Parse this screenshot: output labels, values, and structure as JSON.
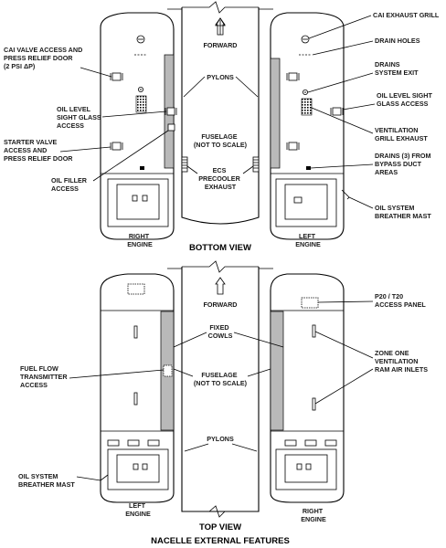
{
  "title": "NACELLE EXTERNAL FEATURES",
  "bottom_view": {
    "caption": "BOTTOM VIEW",
    "right_engine": [
      "RIGHT",
      "ENGINE"
    ],
    "left_engine": [
      "LEFT",
      "ENGINE"
    ],
    "fuselage": [
      "FUSELAGE",
      "(NOT TO SCALE)"
    ],
    "forward": "FORWARD",
    "pylons": "PYLONS",
    "ecs": [
      "ECS",
      "PRECOOLER",
      "EXHAUST"
    ],
    "callouts_left": {
      "cai_valve": [
        "CAI VALVE ACCESS AND",
        "PRESS RELIEF DOOR",
        "(2 PSI  ΔP)"
      ],
      "oil_level": [
        "OIL LEVEL",
        "SIGHT GLASS",
        "ACCESS"
      ],
      "starter_valve": [
        "STARTER VALVE",
        "ACCESS AND",
        "PRESS RELIEF DOOR"
      ],
      "oil_filler": [
        "OIL FILLER",
        "ACCESS"
      ]
    },
    "callouts_right": {
      "cai_exhaust": "CAI EXHAUST GRILL",
      "drain_holes": "DRAIN HOLES",
      "drains_exit": [
        "DRAINS",
        "SYSTEM EXIT"
      ],
      "oil_level": [
        "OIL LEVEL SIGHT",
        "GLASS ACCESS"
      ],
      "ventilation": [
        "VENTILATION",
        "GRILL EXHAUST"
      ],
      "drains_three": [
        "DRAINS (3) FROM",
        "BYPASS DUCT",
        "AREAS"
      ],
      "breather": [
        "OIL SYSTEM",
        "BREATHER MAST"
      ]
    }
  },
  "top_view": {
    "caption": "TOP VIEW",
    "left_engine": [
      "LEFT",
      "ENGINE"
    ],
    "right_engine": [
      "RIGHT",
      "ENGINE"
    ],
    "forward": "FORWARD",
    "fixed_cowls": [
      "FIXED",
      "COWLS"
    ],
    "fuselage": [
      "FUSELAGE",
      "(NOT TO SCALE)"
    ],
    "pylons": "PYLONS",
    "callouts_left": {
      "fuel_flow": [
        "FUEL FLOW",
        "TRANSMITTER",
        "ACCESS"
      ],
      "breather": [
        "OIL SYSTEM",
        "BREATHER MAST"
      ]
    },
    "callouts_right": {
      "p20": [
        "P20 / T20",
        "ACCESS PANEL"
      ],
      "zone_one": [
        "ZONE ONE",
        "VENTILATION",
        "RAM AIR INLETS"
      ]
    }
  }
}
